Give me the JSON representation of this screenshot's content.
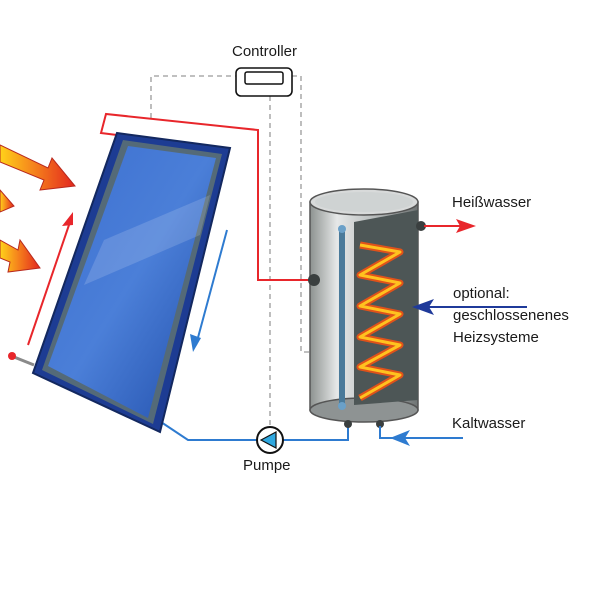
{
  "labels": {
    "controller": "Controller",
    "pump": "Pumpe",
    "hot_water": "Heißwasser",
    "optional_line1": "optional:",
    "optional_line2": "geschlossenenes",
    "optional_line3": "Heizsysteme",
    "cold_water": "Kaltwasser"
  },
  "colors": {
    "hot_pipe": "#e8262b",
    "cold_pipe": "#2e7bd0",
    "heating_inlet": "#1f3a9a",
    "panel": "#2f5fc0",
    "control_wire": "#9a9a9a"
  }
}
